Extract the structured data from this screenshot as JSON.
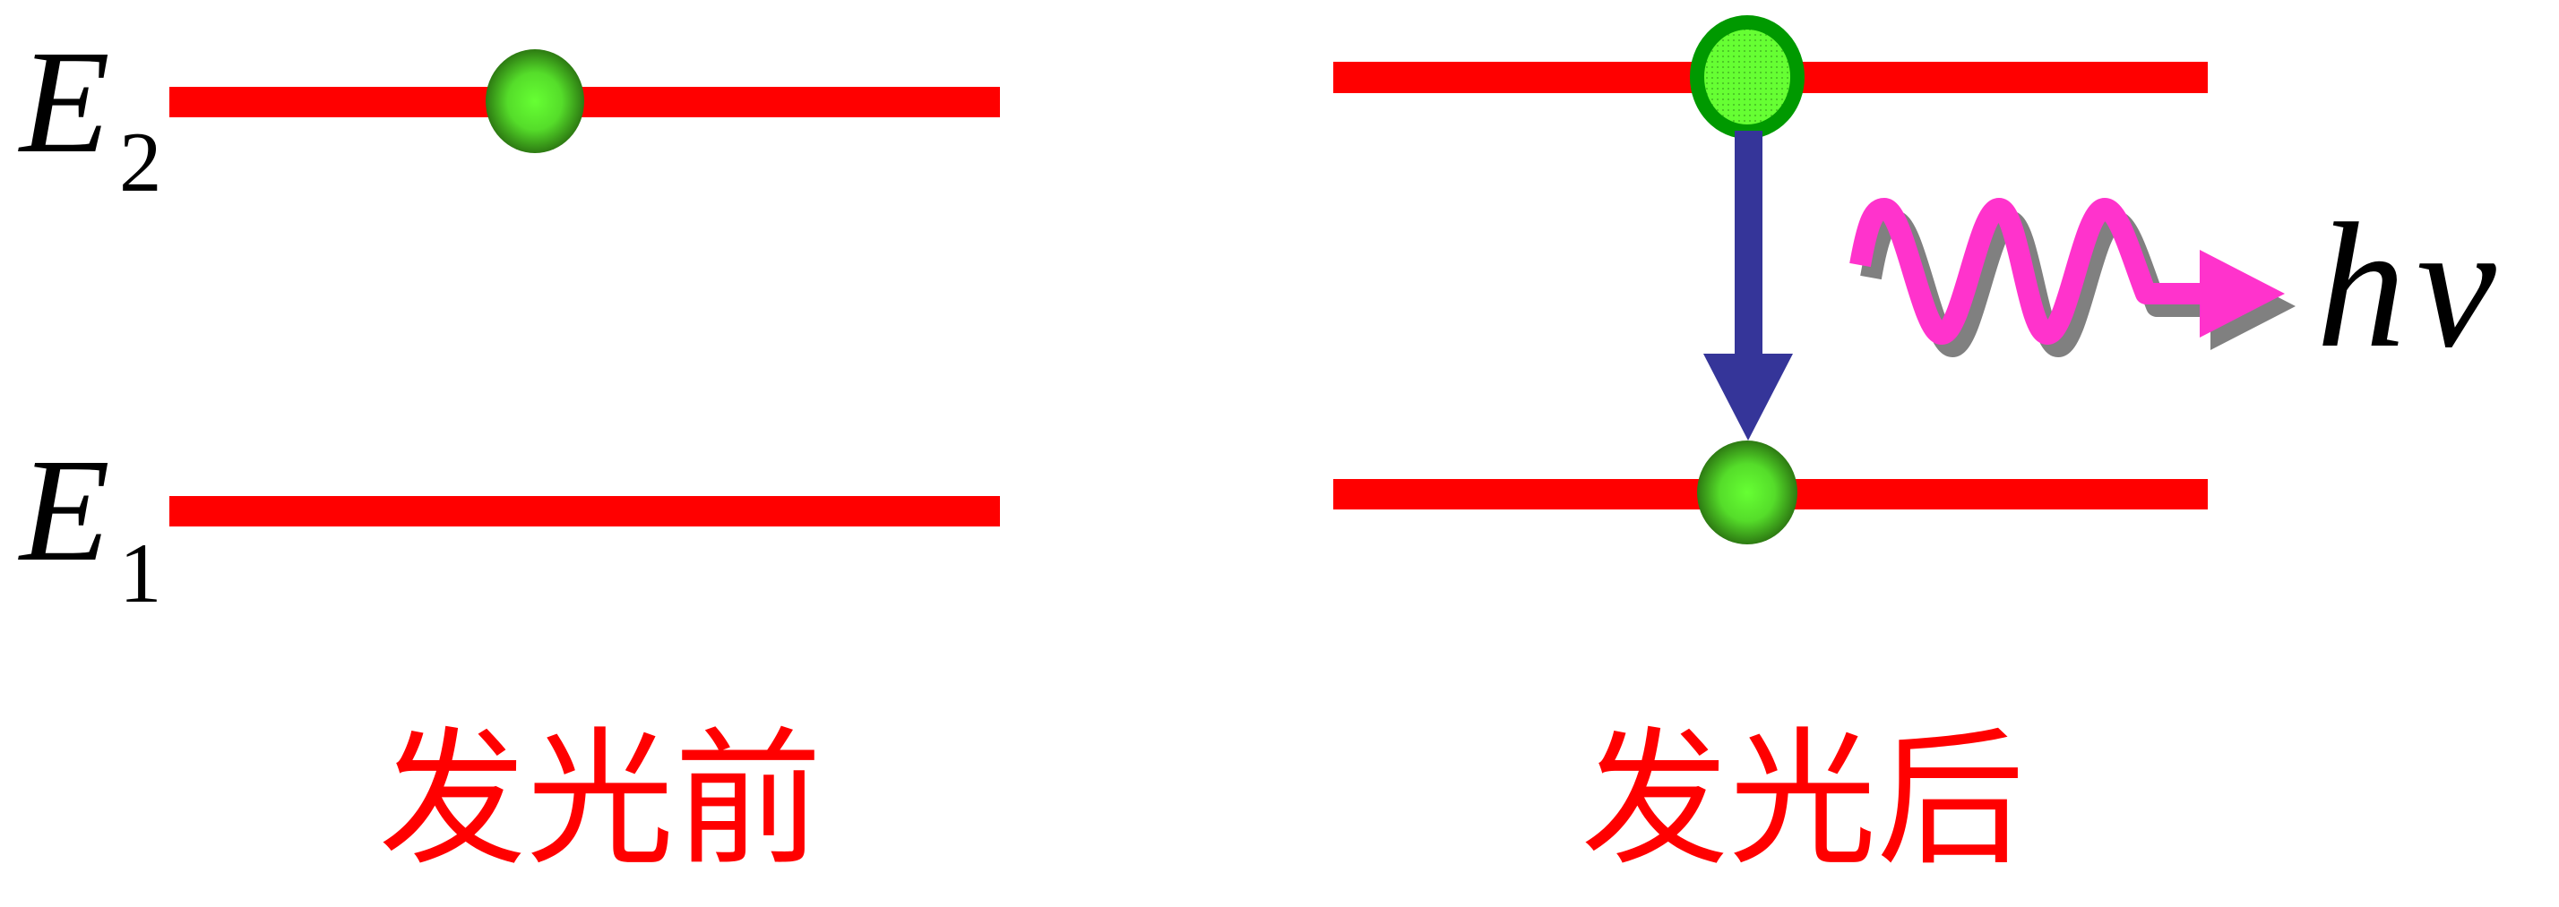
{
  "levels": {
    "upper": {
      "symbol": "E",
      "subscript": "2"
    },
    "lower": {
      "symbol": "E",
      "subscript": "1"
    }
  },
  "captions": {
    "before": "发光前",
    "after": "发光后"
  },
  "photon_label": {
    "h": "h",
    "nu": "ν"
  },
  "colors": {
    "level_line": "#ff0000",
    "electron": "#66ff33",
    "electron_edge": "#2d7a12",
    "transition_arrow": "#353599",
    "photon_wave": "#ff33cc",
    "photon_shadow": "#808080",
    "caption": "#ff0000"
  }
}
